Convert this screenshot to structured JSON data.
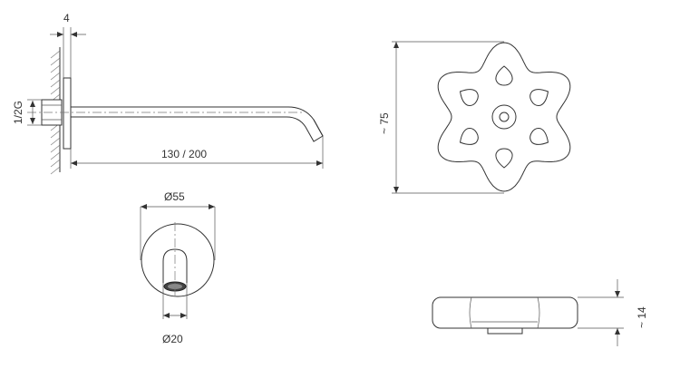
{
  "dimensions": {
    "wall_thickness": "4",
    "thread": "1/2G",
    "spout_length": "130 / 200",
    "rosette_diameter": "Ø55",
    "outlet_diameter": "Ø20",
    "handle_height": "~ 75",
    "handle_depth": "~ 14"
  },
  "colors": {
    "line": "#333333",
    "background": "#ffffff"
  }
}
